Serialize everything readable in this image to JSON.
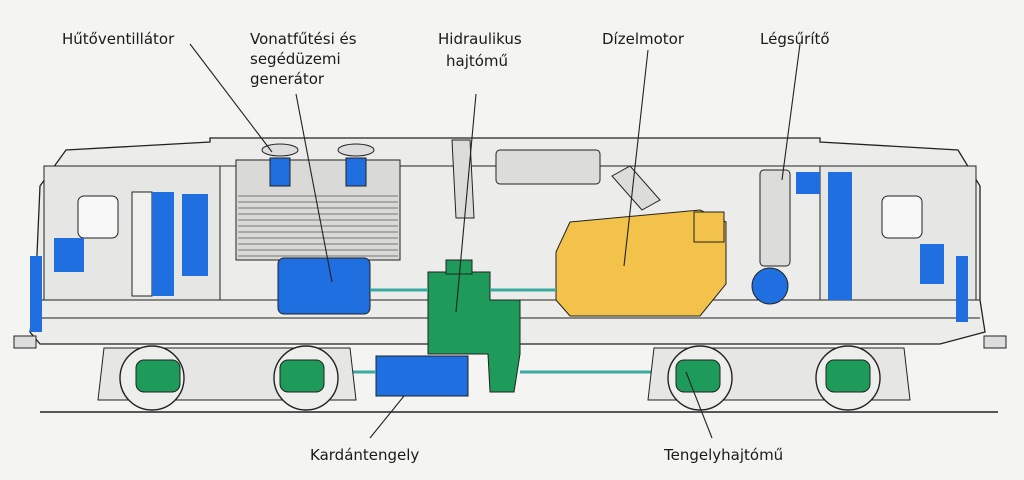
{
  "colors": {
    "background": "#f4f4f2",
    "body": "#ececea",
    "outline": "#222222",
    "auxiliary_blue": "#1f6fe0",
    "hydraulic_green": "#1e9a5a",
    "diesel_yellow": "#f2c24a",
    "shaft_teal": "#3aa9a0"
  },
  "labels": {
    "cooling_fan": "Hűtőventillátor",
    "heating_generator": [
      "Vonatfűtési és",
      "segédüzemi",
      "generátor"
    ],
    "hydraulic_transmission": [
      "Hidraulikus",
      "hajtómű"
    ],
    "diesel_engine": "Dízelmotor",
    "air_compressor": "Légsűrítő",
    "cardan_shaft": "Kardántengely",
    "axle_drive": "Tengelyhajtómű"
  }
}
